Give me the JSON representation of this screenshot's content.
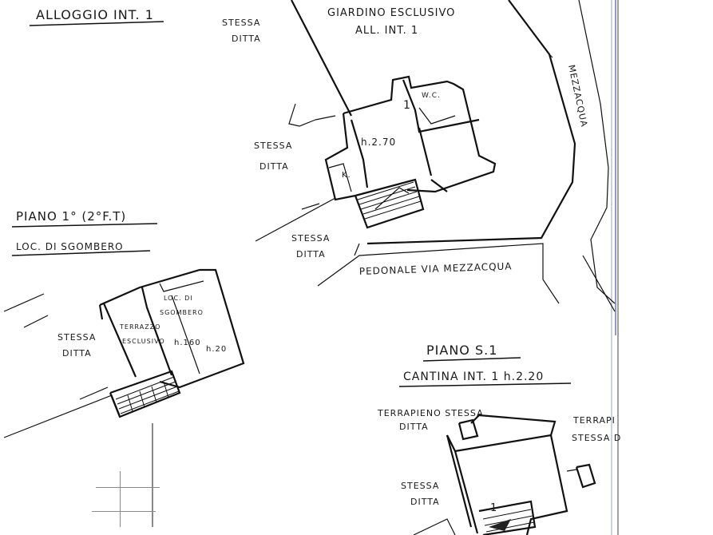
{
  "labels": {
    "alloggio": "ALLOGGIO INT. 1",
    "stessa_ditta_top": "STESSA",
    "stessa_ditta_top2": "DITTA",
    "giardino1": "GIARDINO ESCLUSIVO",
    "giardino2": "ALL. INT. 1",
    "mezzacqua_road": "MEZZACQUA",
    "wc": "W.C.",
    "num1_a": "1",
    "h270": "h.2.70",
    "k": "K.",
    "stessa_left1": "STESSA",
    "stessa_left2": "DITTA",
    "piano1": "PIANO 1° (2°F.T)",
    "loc_sgombero": "LOC. DI SGOMBERO",
    "stessa_mid1": "STESSA",
    "stessa_mid2": "DITTA",
    "pedonale": "PEDONALE VIA MEZZACQUA",
    "loc_di": "LOC. DI",
    "sgombero": "SGOMBERO",
    "terrazzo": "TERRAZZO",
    "esclusivo": "ESCLUSIVO",
    "h160": "h.160",
    "h20": "h.20",
    "stessa_w1": "STESSA",
    "stessa_w2": "DITTA",
    "piano_s1": "PIANO S.1",
    "cantina": "CANTINA INT. 1 h.2.20",
    "terrapieno1": "TERRAPIENO STESSA",
    "terrapieno1b": "DITTA",
    "terrapieno2": "TERRAPI",
    "terrapieno2b": "STESSA D",
    "stessa_bot1": "STESSA",
    "stessa_bot2": "DITTA",
    "num1_b": "1"
  }
}
